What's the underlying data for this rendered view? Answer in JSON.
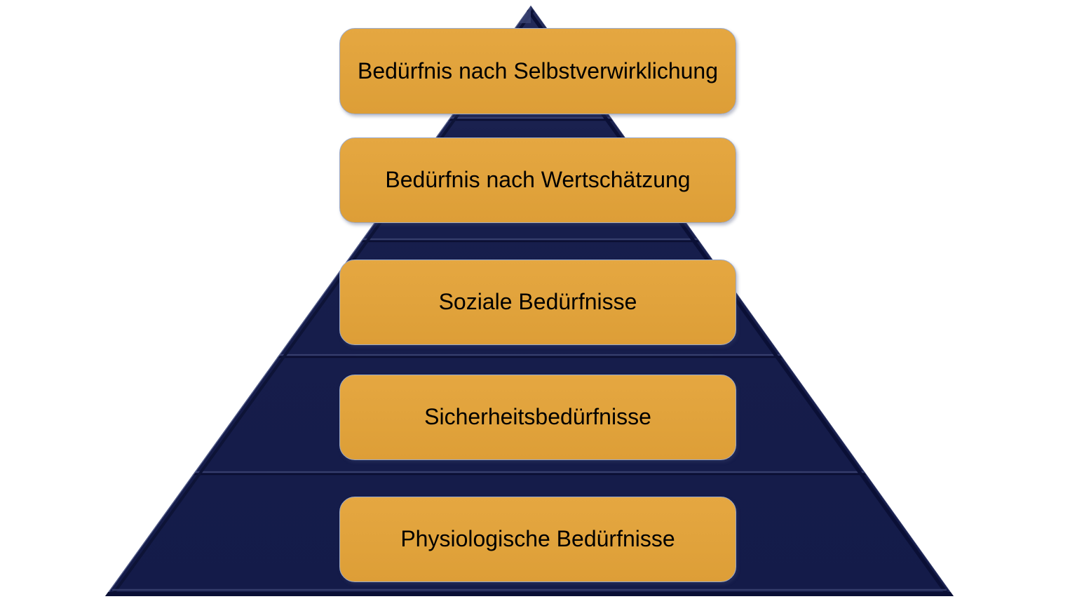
{
  "diagram": {
    "type": "pyramid",
    "subject": "hierarchy-of-needs",
    "language": "de",
    "background_color": "#ffffff",
    "pyramid_fill_color": "#141b49",
    "pyramid_edge_highlight_color": "#58628f",
    "pyramid_edge_shadow_color": "#0a0f35",
    "box_fill_color": "#e2a33c",
    "box_border_color": "#9aa9c9",
    "box_text_color": "#000000",
    "segment_count": 5,
    "levels": [
      {
        "rank": 1,
        "position": "top",
        "label": "Bedürfnis nach Selbstverwirklichung"
      },
      {
        "rank": 2,
        "position": "second",
        "label": "Bedürfnis nach Wertschätzung"
      },
      {
        "rank": 3,
        "position": "middle",
        "label": "Soziale Bedürfnisse"
      },
      {
        "rank": 4,
        "position": "fourth",
        "label": "Sicherheitsbedürfnisse"
      },
      {
        "rank": 5,
        "position": "base",
        "label": "Physiologische Bedürfnisse"
      }
    ]
  }
}
